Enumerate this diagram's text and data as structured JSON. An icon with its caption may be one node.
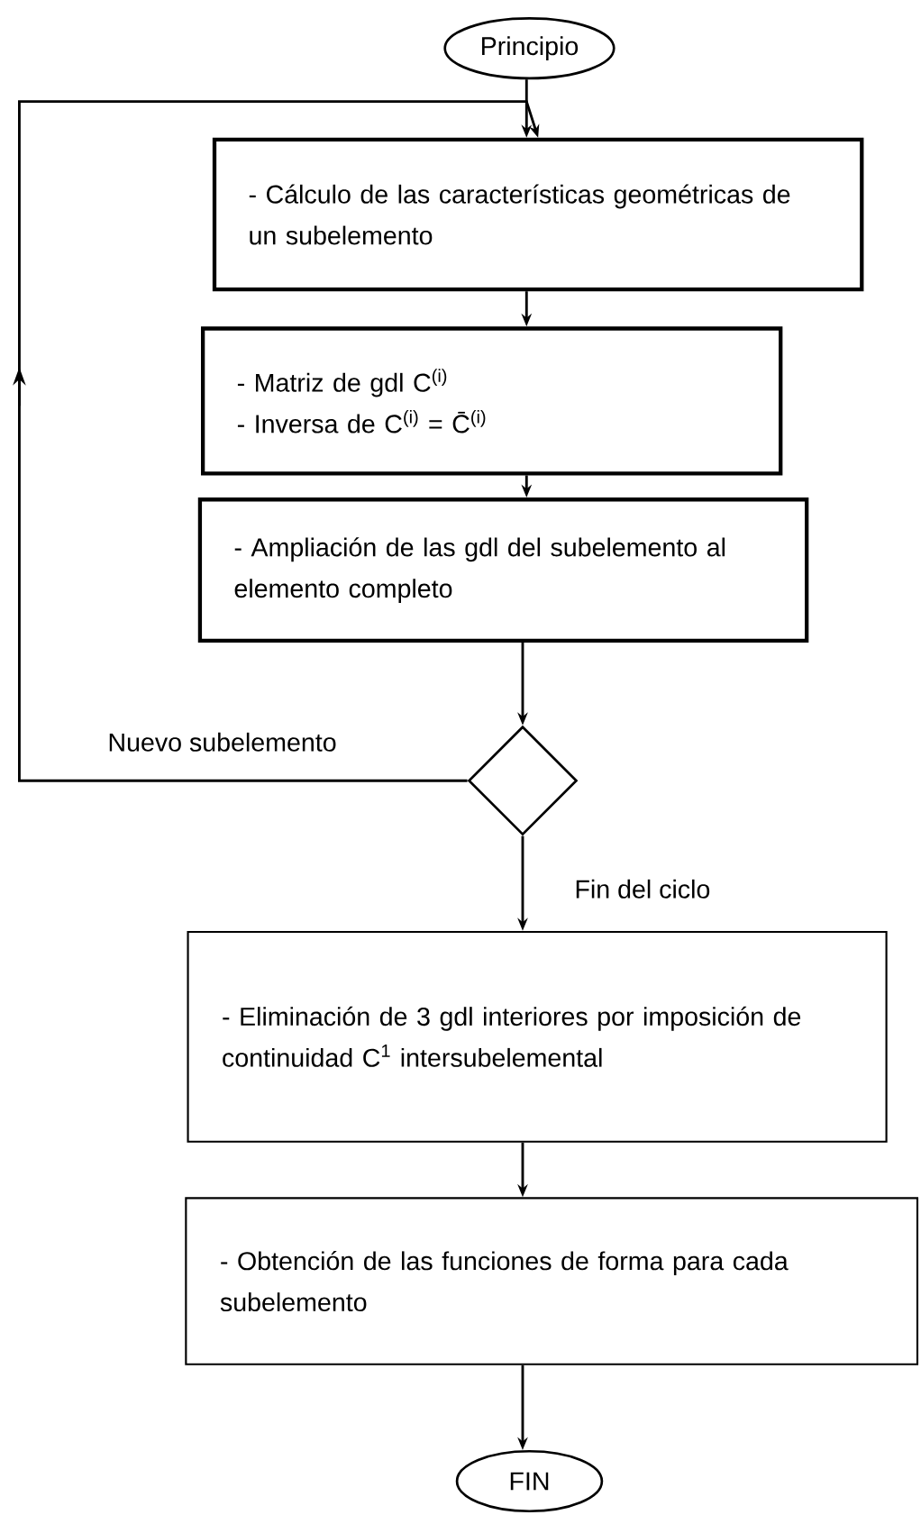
{
  "diagram": {
    "nodes": [
      {
        "text": [
          "Principio"
        ]
      },
      {
        "text": [
          "- Cálculo de las características geométricas de un subelemento"
        ]
      },
      {
        "text": [
          "- Matriz de gdl C$^{(i)}$",
          "- Inversa de C$^{(i)}$ = C̄$^{(i)}$"
        ]
      },
      {
        "text": [
          "- Ampliación de las gdl del subelemento al elemento completo"
        ]
      },
      {
        "text": [],
        "shape": "diamond"
      },
      {
        "text": [
          "- Eliminación de 3 gdl interiores por imposición de continuidad C$^{1}$ intersubelemental"
        ]
      },
      {
        "text": [
          "- Obtención de las funciones de forma para cada subelemento"
        ]
      },
      {
        "text": [
          "FIN"
        ]
      }
    ],
    "edges": [
      {
        "from": 0,
        "to": 1,
        "arrow": "to"
      },
      {
        "from": 1,
        "to": 2,
        "arrow": "to"
      },
      {
        "from": 2,
        "to": 3,
        "arrow": "to"
      },
      {
        "from": 3,
        "to": 4,
        "arrow": "to"
      },
      {
        "from": 4,
        "to": 1,
        "arrow": "to",
        "label": "Nuevo subelemento"
      },
      {
        "from": 4,
        "to": 5,
        "arrow": "to",
        "label": "Fin del ciclo"
      },
      {
        "from": 5,
        "to": 6,
        "arrow": "to"
      },
      {
        "from": 6,
        "to": 7,
        "arrow": "to"
      }
    ]
  }
}
